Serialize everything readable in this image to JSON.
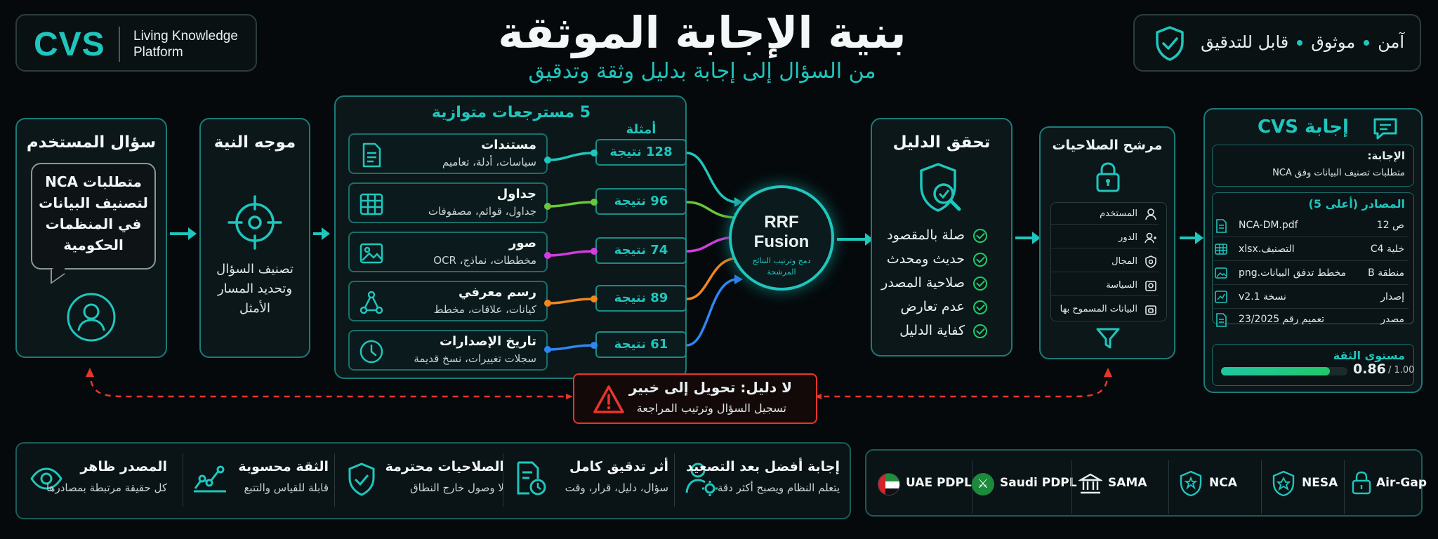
{
  "header": {
    "title": "بنية الإجابة الموثقة",
    "subtitle": "من السؤال إلى إجابة بدليل وثقة وتدقيق"
  },
  "brand": {
    "logo": "CVS",
    "tagline": "Living Knowledge Platform"
  },
  "trust_bar": {
    "words": [
      "آمن",
      "موثوق",
      "قابل للتدقيق"
    ],
    "icon": "shield-check-icon"
  },
  "user_question": {
    "title": "سؤال المستخدم",
    "question": "متطلبات NCA لتصنيف البيانات في المنظمات الحكومية",
    "icon": "user-icon"
  },
  "intent_router": {
    "title": "موجه النية",
    "description": "تصنيف السؤال وتحديد المسار الأمثل",
    "icon": "crosshair-icon"
  },
  "retrievers": {
    "title": "5 مسترجعات متوازية",
    "examples_label": "أمثلة",
    "items": [
      {
        "name": "مستندات",
        "desc": "سياسات، أدلة، تعاميم",
        "results": "128 نتيجة",
        "color": "#1fc6bd",
        "icon": "document-icon"
      },
      {
        "name": "جداول",
        "desc": "جداول، قوائم، مصفوفات",
        "results": "96 نتيجة",
        "color": "#69c83a",
        "icon": "table-icon"
      },
      {
        "name": "صور",
        "desc": "مخططات، نماذج، OCR",
        "results": "74 نتيجة",
        "color": "#d23ce0",
        "icon": "image-icon"
      },
      {
        "name": "رسم معرفي",
        "desc": "كيانات، علاقات، مخطط",
        "results": "89 نتيجة",
        "color": "#f0861e",
        "icon": "graph-icon"
      },
      {
        "name": "تاريخ الإصدارات",
        "desc": "سجلات تغييرات، نسخ قديمة",
        "results": "61 نتيجة",
        "color": "#2f86f0",
        "icon": "clock-icon"
      }
    ]
  },
  "fusion": {
    "line1": "RRF",
    "line2": "Fusion",
    "caption": "دمج وترتيب النتائج المرشحة"
  },
  "evidence": {
    "title": "تحقق الدليل",
    "icon": "shield-search-icon",
    "checks": [
      "صلة بالمقصود",
      "حديث ومحدث",
      "صلاحية المصدر",
      "عدم تعارض",
      "كفاية الدليل"
    ]
  },
  "permissions": {
    "title": "مرشح الصلاحيات",
    "items": [
      "المستخدم",
      "الدور",
      "المجال",
      "السياسة",
      "البيانات المسموح بها"
    ]
  },
  "answer": {
    "title": "إجابة CVS",
    "answer_label": "الإجابة:",
    "answer_text": "متطلبات تصنيف البيانات وفق NCA",
    "sources_label": "المصادر (أعلى 5)",
    "sources": [
      {
        "file": "NCA-DM.pdf",
        "loc": "ص 12",
        "icon": "file-icon"
      },
      {
        "file": "التصنيف.xlsx",
        "loc": "خلية C4",
        "icon": "table-icon"
      },
      {
        "file": "مخطط تدفق البيانات.png",
        "loc": "منطقة B",
        "icon": "image-icon"
      },
      {
        "file": "نسخة v2.1",
        "loc": "إصدار",
        "icon": "chart-icon"
      },
      {
        "file": "تعميم رقم 23/2025",
        "loc": "مصدر",
        "icon": "file-icon"
      }
    ],
    "confidence_label": "مستوى الثقة",
    "confidence_value": "0.86",
    "confidence_max": "/ 1.00",
    "confidence": 0.86
  },
  "fallback": {
    "title": "لا دليل: تحويل إلى خبير",
    "desc": "تسجيل السؤال وترتيب المراجعة"
  },
  "features": [
    {
      "title": "المصدر ظاهر",
      "desc": "كل حقيقة مرتبطة بمصادرها",
      "icon": "eye-icon"
    },
    {
      "title": "الثقة محسوبة",
      "desc": "قابلة للقياس والتتبع",
      "icon": "trend-icon"
    },
    {
      "title": "الصلاحيات محترمة",
      "desc": "لا وصول خارج النطاق",
      "icon": "shield-check-icon"
    },
    {
      "title": "أثر تدقيق كامل",
      "desc": "سؤال، دليل، قرار، وقت",
      "icon": "audit-doc-icon"
    },
    {
      "title": "إجابة أفضل بعد التصعيد",
      "desc": "يتعلم النظام ويصبح أكثر دقة",
      "icon": "user-gear-icon"
    }
  ],
  "standards": [
    "UAE PDPL",
    "Saudi PDPL",
    "SAMA",
    "NCA",
    "NESA",
    "Air-Gap"
  ]
}
